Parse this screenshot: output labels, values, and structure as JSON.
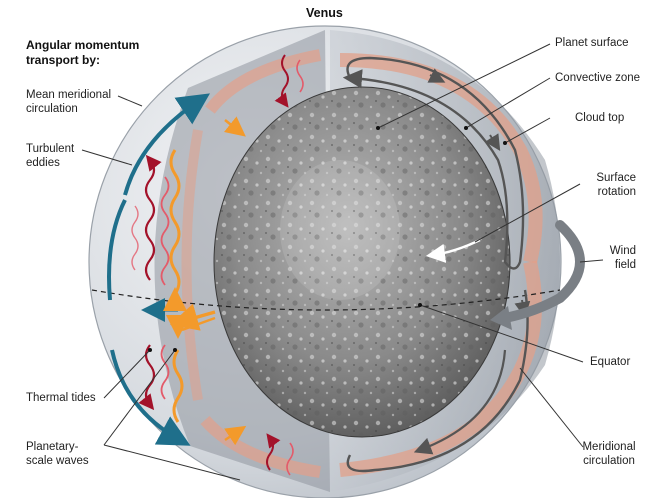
{
  "title": "Venus",
  "left_heading": "Angular momentum\ntransport by:",
  "labels": {
    "mean_meridional": "Mean meridional\ncirculation",
    "turbulent_eddies": "Turbulent\neddies",
    "thermal_tides": "Thermal tides",
    "planetary_waves": "Planetary-\nscale waves",
    "planet_surface": "Planet surface",
    "convective_zone": "Convective zone",
    "cloud_top": "Cloud top",
    "surface_rotation": "Surface\nrotation",
    "wind_field": "Wind\nfield",
    "equator": "Equator",
    "meridional_circulation": "Meridional\ncirculation"
  },
  "colors": {
    "mean_circulation_arrow": "#1f6f8b",
    "eddy_arrow_dark": "#a3122a",
    "eddy_arrow_light": "#e35b6a",
    "tide_arrow": "#f39a2b",
    "convective_band": "#e2a08a",
    "atmosphere_shell": "#d9dde2",
    "circulation_arrow": "#555555"
  }
}
